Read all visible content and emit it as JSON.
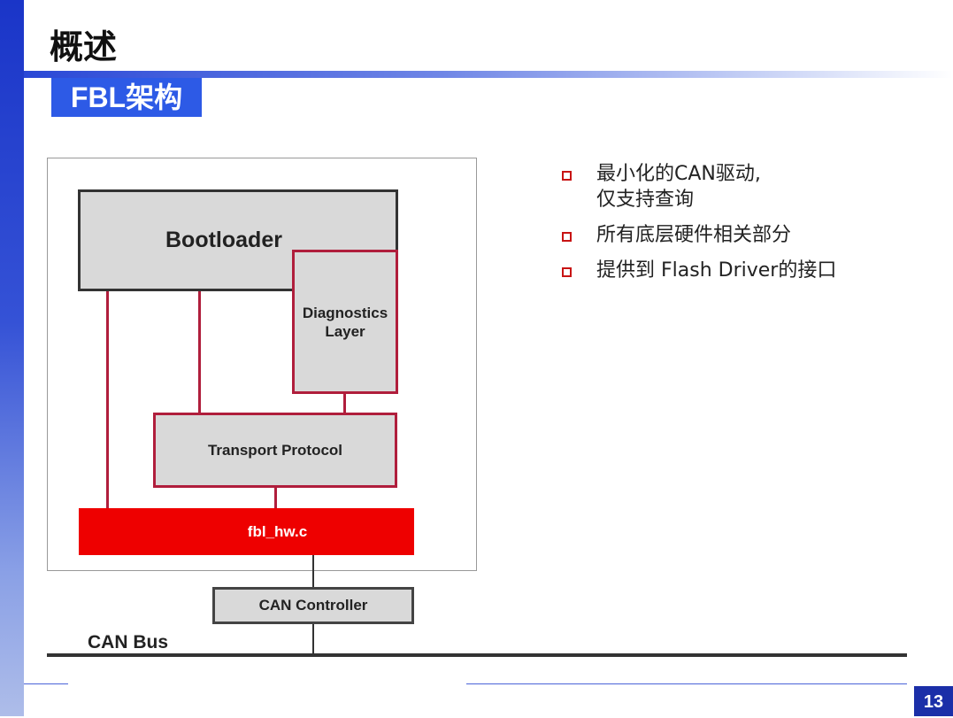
{
  "slide": {
    "title": "概述",
    "subtitle": "FBL架构",
    "page_number": "13"
  },
  "diagram": {
    "bootloader": "Bootloader",
    "diagnostics_layer": "Diagnostics Layer",
    "transport_protocol": "Transport Protocol",
    "fbl_hw": "fbl_hw.c",
    "can_controller": "CAN Controller",
    "can_bus": "CAN Bus"
  },
  "bullets": {
    "item1_line1": "最小化的CAN驱动,",
    "item1_line2": "仅支持查询",
    "item2": "所有底层硬件相关部分",
    "item3": "提供到 Flash Driver的接口"
  },
  "colors": {
    "accent_blue": "#2d5ae6",
    "block_border_red": "#b01e3c",
    "hw_red": "#ee0000",
    "block_gray": "#d9d9d9"
  }
}
